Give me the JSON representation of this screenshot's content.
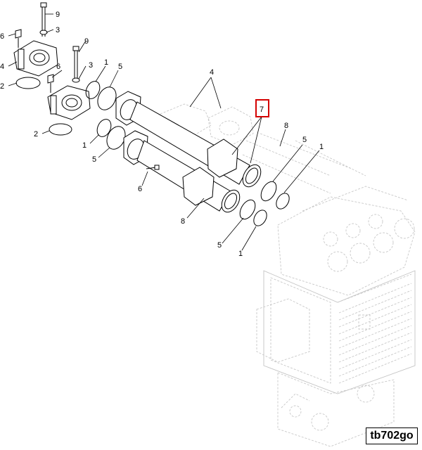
{
  "diagram": {
    "figure_code": "tb702go",
    "highlight_color": "#d40000",
    "callouts": [
      {
        "id": "c9a",
        "text": "9"
      },
      {
        "id": "c3a",
        "text": "3"
      },
      {
        "id": "c6a",
        "text": "6"
      },
      {
        "id": "c4a",
        "text": "4"
      },
      {
        "id": "c2a",
        "text": "2"
      },
      {
        "id": "c9b",
        "text": "9"
      },
      {
        "id": "c6b",
        "text": "6"
      },
      {
        "id": "c3b",
        "text": "3"
      },
      {
        "id": "c2b",
        "text": "2"
      },
      {
        "id": "c1a",
        "text": "1"
      },
      {
        "id": "c5a",
        "text": "5"
      },
      {
        "id": "c4b",
        "text": "4"
      },
      {
        "id": "c1b",
        "text": "1"
      },
      {
        "id": "c5b",
        "text": "5"
      },
      {
        "id": "c7",
        "text": "7"
      },
      {
        "id": "c8a",
        "text": "8"
      },
      {
        "id": "c5c",
        "text": "5"
      },
      {
        "id": "c1c",
        "text": "1"
      },
      {
        "id": "c6c",
        "text": "6"
      },
      {
        "id": "c8b",
        "text": "8"
      },
      {
        "id": "c5d",
        "text": "5"
      },
      {
        "id": "c1d",
        "text": "1"
      }
    ]
  }
}
